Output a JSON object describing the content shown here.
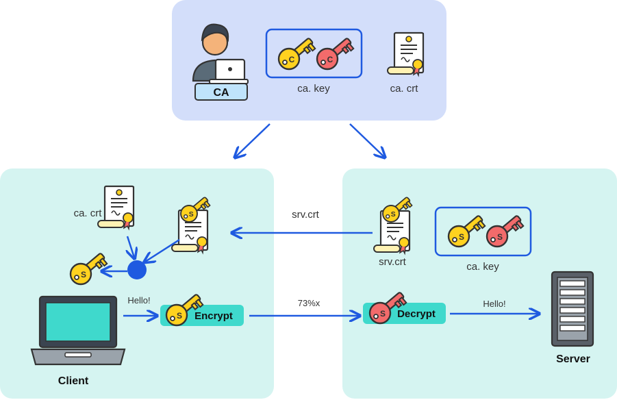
{
  "ca": {
    "label": "CA",
    "key_label": "ca. key",
    "cert_label": "ca. crt",
    "key_letter": "C"
  },
  "client": {
    "label": "Client",
    "cert_label": "ca. crt",
    "message": "Hello!",
    "encrypt_label": "Encrypt",
    "key_letter": "S"
  },
  "server": {
    "label": "Server",
    "cert_label": "srv.crt",
    "key_label": "ca. key",
    "decrypt_label": "Decrypt",
    "message": "Hello!",
    "key_letter": "S"
  },
  "flows": {
    "cert_transfer": "srv.crt",
    "ciphertext": "73%x"
  },
  "colors": {
    "ca_panel": "#d3defa",
    "peer_panel": "#d5f4f1",
    "arrow": "#1f5ae0",
    "key_box": "#1f5ae0",
    "public_key": "#ffd21f",
    "private_key": "#f36b6b",
    "action_pill": "#3fd9cc",
    "screen": "#3fd9cc"
  }
}
